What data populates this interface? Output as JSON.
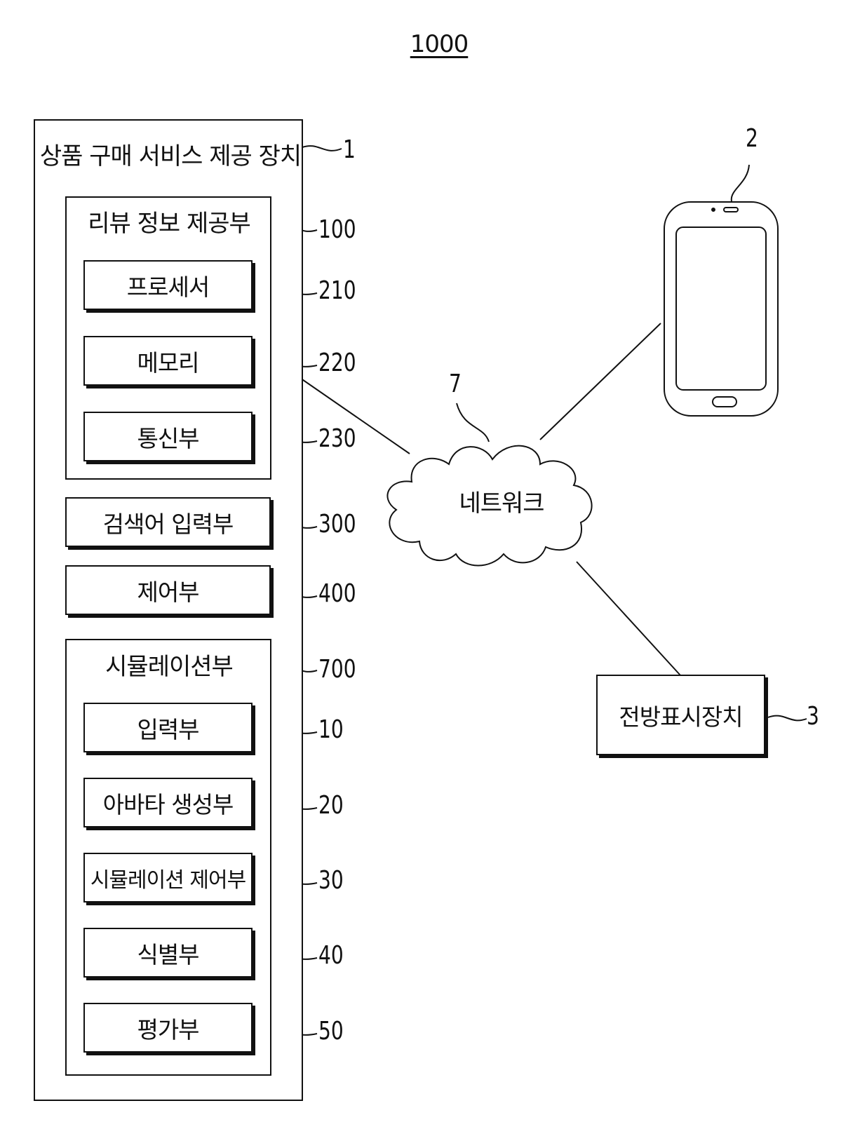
{
  "figure_number": "1000",
  "device": {
    "title": "상품 구매 서비스 제공 장치",
    "ref": "1"
  },
  "review_unit": {
    "title": "리뷰 정보 제공부",
    "ref": "100"
  },
  "processor": {
    "label": "프로세서",
    "ref": "210"
  },
  "memory": {
    "label": "메모리",
    "ref": "220"
  },
  "comm": {
    "label": "통신부",
    "ref": "230"
  },
  "search_input": {
    "label": "검색어 입력부",
    "ref": "300"
  },
  "control": {
    "label": "제어부",
    "ref": "400"
  },
  "simulation": {
    "title": "시뮬레이션부",
    "ref": "700"
  },
  "input_unit": {
    "label": "입력부",
    "ref": "10"
  },
  "avatar_gen": {
    "label": "아바타 생성부",
    "ref": "20"
  },
  "sim_control": {
    "label": "시뮬레이션 제어부",
    "ref": "30"
  },
  "identify": {
    "label": "식별부",
    "ref": "40"
  },
  "evaluate": {
    "label": "평가부",
    "ref": "50"
  },
  "network": {
    "label": "네트워크",
    "ref": "7"
  },
  "terminal": {
    "ref": "2"
  },
  "front_display": {
    "label": "전방표시장치",
    "ref": "3"
  }
}
